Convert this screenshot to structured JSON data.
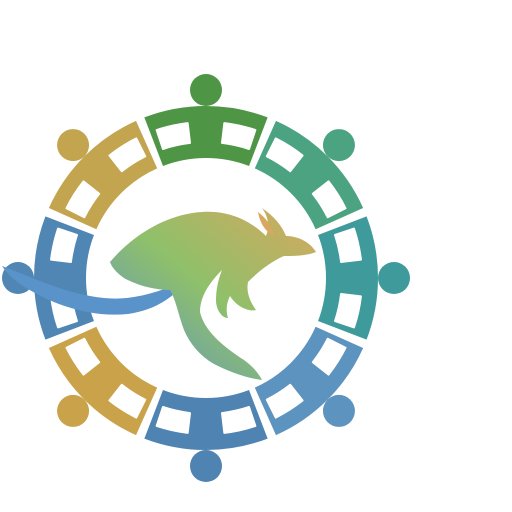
{
  "logo": {
    "name": "community-circle-kangaroo-logo",
    "figure_count": 8,
    "colors": {
      "green": "#4E9646",
      "teal": "#4BA88F",
      "blue_teal": "#3F9A9B",
      "blue": "#5D93BF",
      "steel_blue": "#4E83B2",
      "gold": "#C9A24A",
      "ochre": "#B9A458",
      "light_green": "#8FC06A",
      "sand": "#D7A85E"
    },
    "figures": [
      {
        "id": "top",
        "color": "#4E9646"
      },
      {
        "id": "top-right",
        "color": "#4CA382"
      },
      {
        "id": "right",
        "color": "#3F9A9B"
      },
      {
        "id": "bottom-right",
        "color": "#5D93BF"
      },
      {
        "id": "bottom",
        "color": "#4E83B2"
      },
      {
        "id": "bottom-left",
        "color": "#C9A24A"
      },
      {
        "id": "left",
        "color": "#4F86B3"
      },
      {
        "id": "top-left",
        "color": "#C3A550"
      }
    ],
    "kangaroo": {
      "description_icon": "kangaroo-icon",
      "gradient": [
        "#5A93C9",
        "#8FC06A",
        "#D7A85E"
      ]
    }
  }
}
